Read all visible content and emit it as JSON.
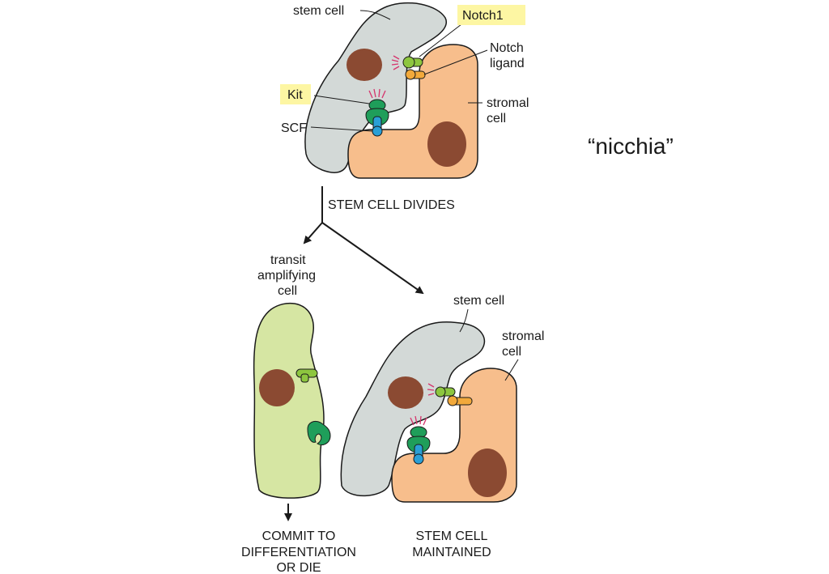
{
  "top": {
    "stem_cell": "stem cell",
    "notch1": "Notch1",
    "notch_ligand_1": "Notch",
    "notch_ligand_2": "ligand",
    "kit": "Kit",
    "stromal_1": "stromal",
    "stromal_2": "cell",
    "scf": "SCF"
  },
  "niche_label": "“nicchia”",
  "divide_label": "STEM CELL DIVIDES",
  "transit": [
    "transit",
    "amplifying",
    "cell"
  ],
  "bottom_right": {
    "stem_cell": "stem cell",
    "stromal_1": "stromal",
    "stromal_2": "cell"
  },
  "outcome_left": [
    "COMMIT TO",
    "DIFFERENTIATION",
    "OR DIE"
  ],
  "outcome_right": [
    "STEM CELL",
    "MAINTAINED"
  ],
  "colors": {
    "stem_cell": "#d3d9d7",
    "stromal_cell": "#f7be8c",
    "transit_cell": "#d6e6a3",
    "nucleus": "#8b4a32",
    "notch_receptor": "#8dc63f",
    "notch_ligand": "#f2a93b",
    "kit_receptor": "#1f9e5a",
    "scf": "#2a9fd6",
    "signal": "#d6336c",
    "highlight": "#fdf6a3"
  }
}
